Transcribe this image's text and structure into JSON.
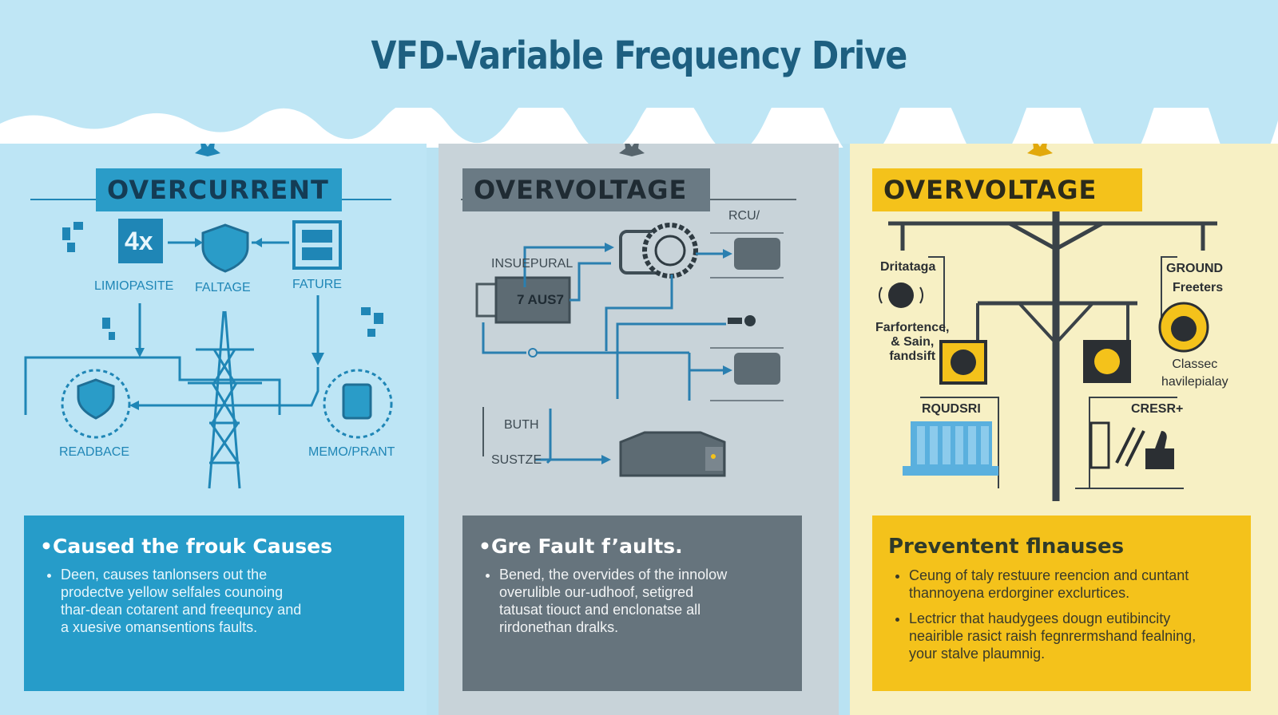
{
  "title": "VFD-Variable Frequency Drive",
  "panels": [
    {
      "heading": "OVERCURRENT",
      "badge": "4x",
      "labels": {
        "limiopasite": "LIMIOPASITE",
        "faltage": "FALTAGE",
        "fature": "FATURE",
        "readbace": "READBACE",
        "memo": "MEMO/PRANT"
      },
      "box_title": "•Caused the frouk Causes",
      "bullets": [
        "Deen, causes tanlonsers out the\nprodectve yellow selfales counoing\nthar-dean cotarent and freequncy and\na xuesive omansentions faults."
      ]
    },
    {
      "heading": "OVERVOLTAGE",
      "labels": {
        "rcu": "RCU/",
        "insuepural": "INSUEPURAL",
        "fausi": "7 AUS7",
        "buth": "BUTH",
        "sustze": "SUSTZE"
      },
      "box_title": "•Gre Fault f’aults.",
      "bullets": [
        "Bened, the overvides of the innolow\noverulible our-udhoof, setigred\ntatusat tiouct and enclonatse all\nrirdonethan dralks."
      ]
    },
    {
      "heading": "OVERVOLTAGE",
      "labels": {
        "dritataga": "Dritataga",
        "farfortence": "Farfortence,\n& Sain,\nfandsift",
        "ground": "GROUND",
        "freeters": "Freeters",
        "classec": "Classec\nhavilepialay",
        "rqudsri": "RQUDSRI",
        "cresr": "CRESR+"
      },
      "box_title": "Preventent flnauses",
      "bullets": [
        "Ceung of taly restuure reencion and cuntant\nthannoyena erdorginer exclurtices.",
        "Lectricr that haudygees dougn eutibincity\nneairible rasict raish fegnrermshand fealning,\nyour stalve plaumnig."
      ]
    }
  ],
  "colors": {
    "panel1_accent": "#269cc9",
    "panel2_accent": "#66747d",
    "panel3_accent": "#f4c21b",
    "title": "#1d5f80"
  }
}
